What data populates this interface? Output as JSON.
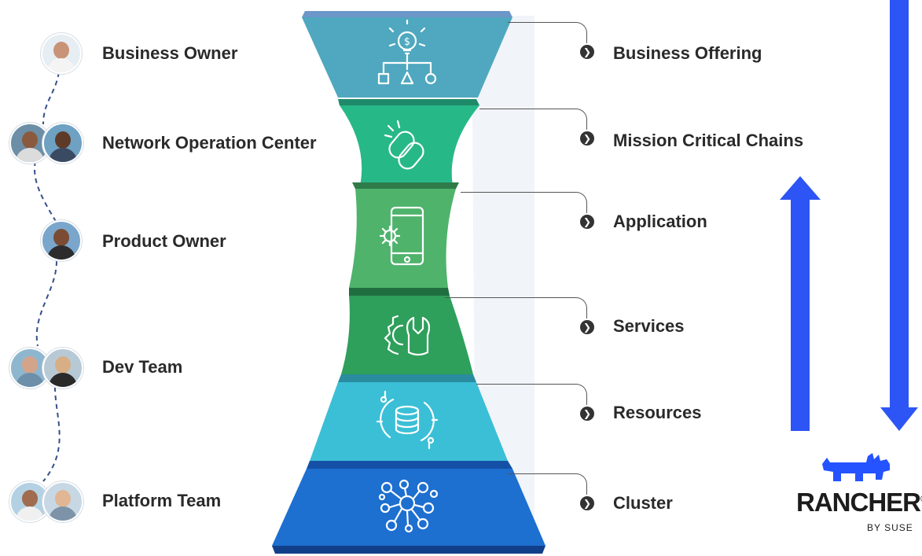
{
  "roles": [
    {
      "label": "Business Owner"
    },
    {
      "label": "Network Operation Center"
    },
    {
      "label": "Product Owner"
    },
    {
      "label": "Dev Team"
    },
    {
      "label": "Platform Team"
    }
  ],
  "layers": [
    {
      "label": "Business Offering",
      "color": "#4fa8bf",
      "icon": "business-flow-icon"
    },
    {
      "label": "Mission Critical Chains",
      "color": "#27b888",
      "icon": "chain-link-icon"
    },
    {
      "label": "Application",
      "color": "#4fb36c",
      "icon": "mobile-gear-icon"
    },
    {
      "label": "Services",
      "color": "#2f9f5c",
      "icon": "gear-wrench-icon"
    },
    {
      "label": "Resources",
      "color": "#3bbfd6",
      "icon": "database-circuit-icon"
    },
    {
      "label": "Cluster",
      "color": "#1d6fd0",
      "icon": "network-nodes-icon"
    }
  ],
  "arrows": {
    "color": "#2d55f5"
  },
  "logo": {
    "brand": "RANCHER",
    "registered": "®",
    "sub": "BY SUSE",
    "color": "#2453ff"
  }
}
